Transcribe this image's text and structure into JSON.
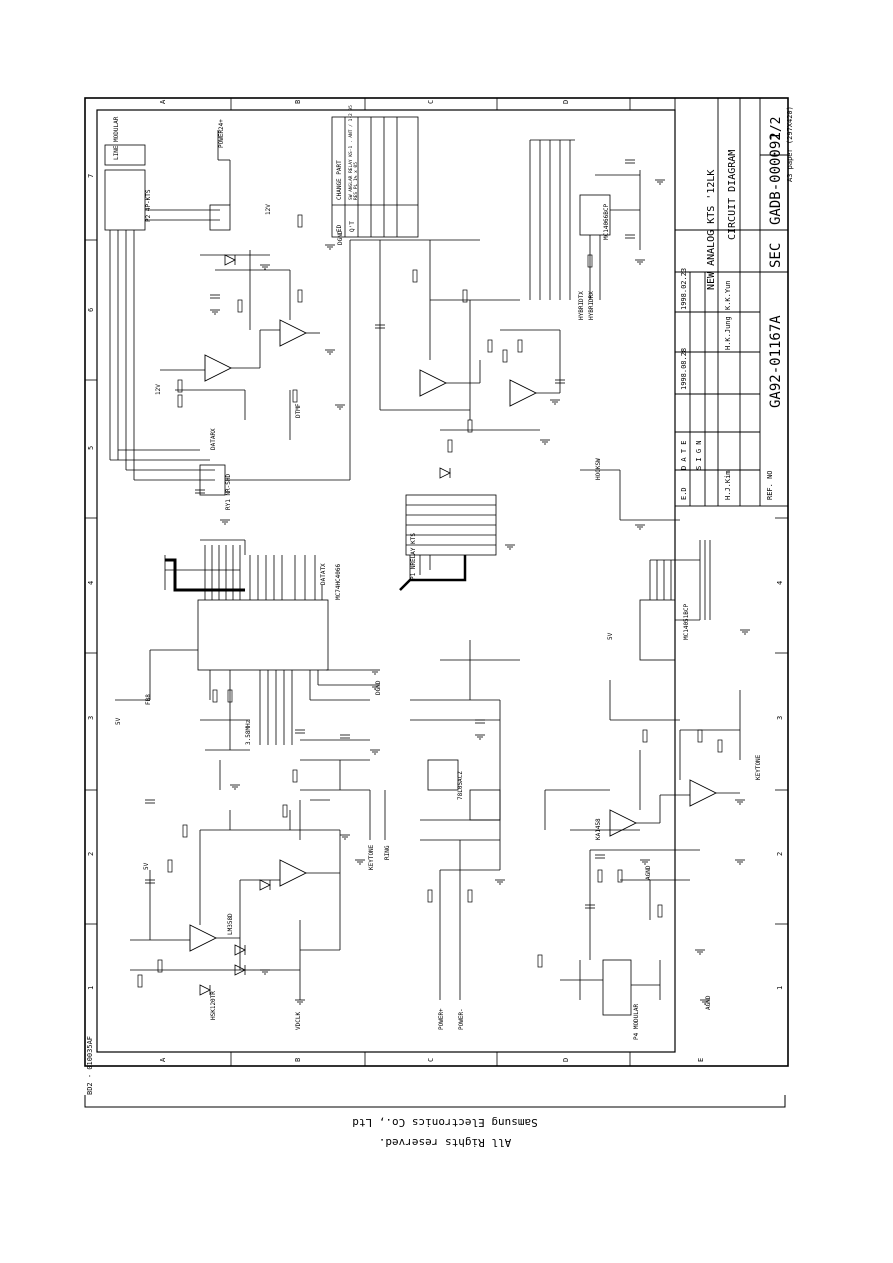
{
  "title_block": {
    "title_line1": "NEW ANALOG KTS '12LK",
    "title_line2": "CIRCUIT DIAGRAM",
    "sec_label": "SEC",
    "drawing_no": "GADB-000092",
    "sheet": "1/2",
    "part_no": "GA92-01167A",
    "ref_no_label": "REF. NO",
    "size_label": "A3 paper (297X420)",
    "date_label": "D A T E",
    "sign_label": "S I G N",
    "ed_label": "E.D",
    "dates": [
      "1998.02.23",
      "1998.08.28"
    ],
    "signers": [
      "H.J.Kim",
      "H.K.Jung",
      "K.K.Yun"
    ]
  },
  "change_table": {
    "heading": "CHANGE PART",
    "col1": "ED",
    "col2": "Q'T",
    "note": "SW ANGLAR RELAY KS-1 . ANT / 1-2 95",
    "sub": "RES PL 1% x 05"
  },
  "zone_letters": [
    "A",
    "B",
    "C",
    "D",
    "E"
  ],
  "zone_numbers": [
    "1",
    "2",
    "3",
    "4",
    "5",
    "6",
    "7"
  ],
  "connectors": {
    "line_modular": "LINE MODULAR",
    "p1_title": "P1 NRELAY KTS",
    "p2_title": "P2 4P-KTS",
    "p4_title": "P4 MODULAR"
  },
  "nets": {
    "power24": "POWER24+",
    "power_plus": "POWER+",
    "power_minus": "POWER-",
    "keytone": "KEYTONE",
    "ring": "RING",
    "dtmf": "DTMF",
    "datarx": "DATARX",
    "datatx": "DATATX",
    "vdclk": "VDCLK",
    "hookswitch": "HOOKSW",
    "v5": "5V",
    "v12": "12V",
    "dgnd": "DGND",
    "agnd": "AGND",
    "hybrid_tx": "HYBRIDTX",
    "hybrid_rx": "HYBRIDRX"
  },
  "parts": {
    "u1": "MC14066BCP",
    "u2": "LM358D",
    "u3": "MC74HC4066",
    "u4": "78L05ACZ",
    "u5": "MC14051BCP",
    "u6": "KA1458",
    "x1": "3.58MHz",
    "l1": "FB8",
    "d_gen": "HSK120TR",
    "relay": "RY1 NR-SHD"
  },
  "footer_code": "BD2 - 010035AF",
  "copyright_line1": "Samsung Electronics Co., Ltd",
  "copyright_line2": "All Rights reserved."
}
